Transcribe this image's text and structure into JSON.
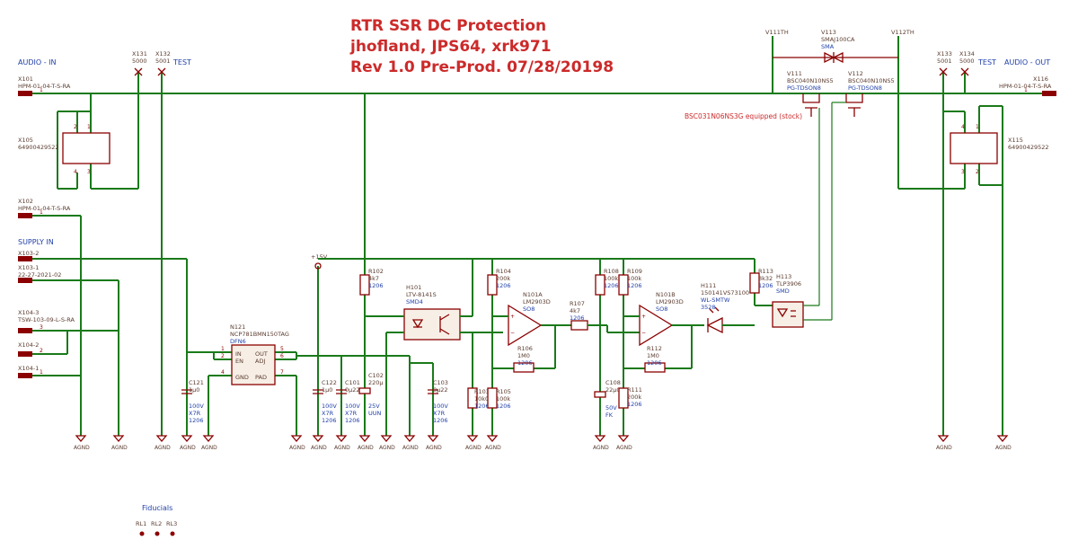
{
  "title": {
    "line1": "RTR SSR DC Protection",
    "line2": "jhofland, JPS64, xrk971",
    "line3": "Rev 1.0 Pre-Prod.  07/28/20198"
  },
  "note": "BSC031N06NS3G equipped (stock)",
  "sections": {
    "audio_in": "AUDIO - IN",
    "audio_out": "AUDIO - OUT",
    "supply_in": "SUPPLY IN",
    "fiducials": "Fiducials",
    "test_left": "TEST",
    "test_right": "TEST"
  },
  "ground_label": "AGND",
  "rail_label": "+15V",
  "connectors": {
    "x101": {
      "ref": "X101",
      "part": "HPM-01-04-T-S-RA",
      "pin": "1"
    },
    "x102": {
      "ref": "X102",
      "part": "HPM-01-04-T-S-RA",
      "pin": "1"
    },
    "x116": {
      "ref": "X116",
      "part": "HPM-01-04-T-S-RA",
      "pin": "1"
    },
    "x103_2": {
      "ref": "X103-2"
    },
    "x103_1": {
      "ref": "X103-1",
      "part": "22-27-2021-02"
    },
    "x104_3": {
      "ref": "X104-3",
      "part": "TSW-103-09-L-S-RA",
      "pin": "3"
    },
    "x104_2": {
      "ref": "X104-2",
      "pin": "2"
    },
    "x104_1": {
      "ref": "X104-1",
      "pin": "1"
    }
  },
  "testpoints": [
    {
      "ref": "X131",
      "part": "5000"
    },
    {
      "ref": "X132",
      "part": "5001"
    },
    {
      "ref": "X133",
      "part": "5001"
    },
    {
      "ref": "X134",
      "part": "5000"
    }
  ],
  "relays": {
    "x105": {
      "ref": "X105",
      "part": "64900429522",
      "pins": [
        "2",
        "1",
        "4",
        "3"
      ]
    },
    "x115": {
      "ref": "X115",
      "part": "64900429522",
      "pins": [
        "4",
        "1",
        "3",
        "2"
      ]
    }
  },
  "mosfets": {
    "v111th": "V111TH",
    "v112th": "V112TH",
    "v113": {
      "ref": "V113",
      "part": "SMAJ100CA",
      "pkg": "SMA"
    },
    "v111": {
      "ref": "V111",
      "part": "BSC040N10NS5",
      "pkg": "PG-TDSON8"
    },
    "v112": {
      "ref": "V112",
      "part": "BSC040N10NS5",
      "pkg": "PG-TDSON8"
    }
  },
  "regulator": {
    "ref": "N121",
    "part": "NCP781BMN150TAG",
    "pkg": "DFN6",
    "pins": {
      "in": "IN",
      "en": "EN",
      "gnd": "GND",
      "out": "OUT",
      "adj": "ADJ",
      "pad": "PAD"
    },
    "pin_numbers": [
      "1",
      "2",
      "4",
      "5",
      "6",
      "7"
    ]
  },
  "capacitors": {
    "c121": {
      "ref": "C121",
      "val": "1µ0",
      "v": "100V",
      "d": "X7R",
      "pkg": "1206"
    },
    "c122": {
      "ref": "C122",
      "val": "1µ0",
      "v": "100V",
      "d": "X7R",
      "pkg": "1206"
    },
    "c101": {
      "ref": "C101",
      "val": "0µ22",
      "v": "100V",
      "d": "X7R",
      "pkg": "1206"
    },
    "c102": {
      "ref": "C102",
      "val": "220µ",
      "v": "25V",
      "d": "UUN"
    },
    "c103": {
      "ref": "C103",
      "val": "0µ22",
      "v": "100V",
      "d": "X7R",
      "pkg": "1206"
    },
    "c108": {
      "ref": "C108",
      "val": "22µ0",
      "v": "50V",
      "d": "FK"
    }
  },
  "resistors": {
    "r102": {
      "ref": "R102",
      "val": "4k7",
      "pkg": "1206"
    },
    "r103": {
      "ref": "R103",
      "val": "10k0",
      "pkg": "1206"
    },
    "r104": {
      "ref": "R104",
      "val": "200k",
      "pkg": "1206"
    },
    "r105": {
      "ref": "R105",
      "val": "100k",
      "pkg": "1206"
    },
    "r106": {
      "ref": "R106",
      "val": "1M0",
      "pkg": "1206"
    },
    "r107": {
      "ref": "R107",
      "val": "4k7",
      "pkg": "1206"
    },
    "r108": {
      "ref": "R108",
      "val": "100k",
      "pkg": "1206"
    },
    "r109": {
      "ref": "R109",
      "val": "100k",
      "pkg": "1206"
    },
    "r111": {
      "ref": "R111",
      "val": "200k",
      "pkg": "1206"
    },
    "r112": {
      "ref": "R112",
      "val": "1M0",
      "pkg": "1206"
    },
    "r113": {
      "ref": "R113",
      "val": "3k32",
      "pkg": "1206"
    }
  },
  "opto": {
    "ref": "H101",
    "part": "LTV-8141S",
    "pkg": "SMD4"
  },
  "opamps": {
    "n101a": {
      "ref": "N101A",
      "part": "LM2903D",
      "pkg": "SO8"
    },
    "n101b": {
      "ref": "N101B",
      "part": "LM2903D",
      "pkg": "SO8"
    }
  },
  "led": {
    "ref": "H111",
    "part": "150141VS73100",
    "pkg1": "WL-SMTW",
    "pkg2": "3528"
  },
  "ssr": {
    "ref": "H113",
    "part": "TLP3906",
    "pkg": "SMD"
  },
  "fiducial_refs": [
    "RL1",
    "RL2",
    "RL3"
  ]
}
